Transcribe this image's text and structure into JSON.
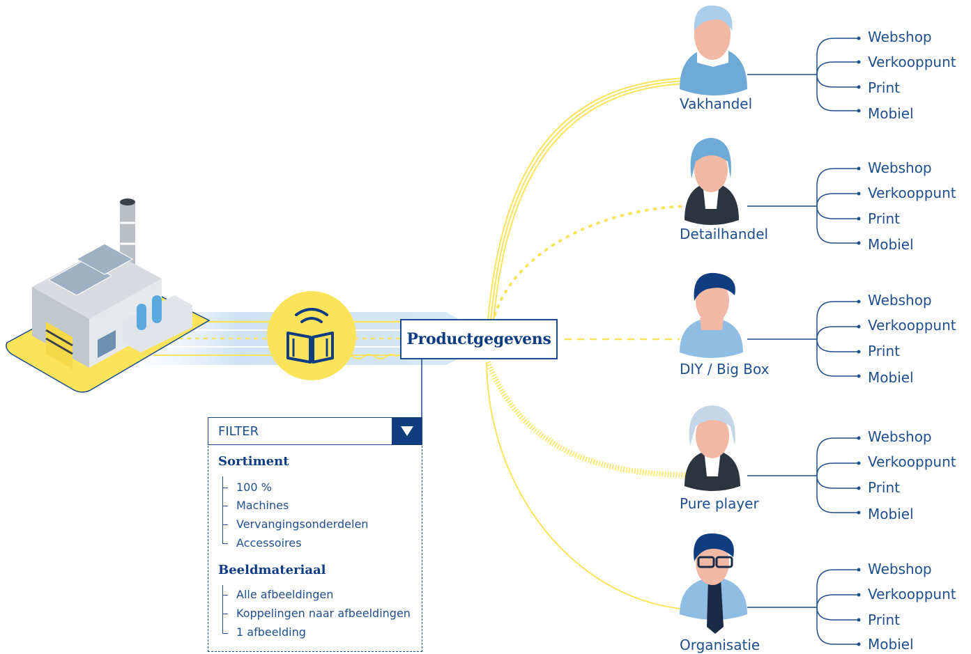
{
  "hub": {
    "label": "Productgegevens"
  },
  "filter": {
    "title": "FILTER",
    "sections": [
      {
        "title": "Sortiment",
        "items": [
          "100 %",
          "Machines",
          "Vervangingsonderdelen",
          "Accessoires"
        ]
      },
      {
        "title": "Beeldmateriaal",
        "items": [
          "Alle afbeeldingen",
          "Koppelingen naar afbeeldingen",
          "1 afbeelding"
        ]
      }
    ]
  },
  "personas": [
    {
      "label": "Vakhandel",
      "channels": [
        "Webshop",
        "Verkooppunt",
        "Print",
        "Mobiel"
      ]
    },
    {
      "label": "Detailhandel",
      "channels": [
        "Webshop",
        "Verkooppunt",
        "Print",
        "Mobiel"
      ]
    },
    {
      "label": "DIY / Big Box",
      "channels": [
        "Webshop",
        "Verkooppunt",
        "Print",
        "Mobiel"
      ]
    },
    {
      "label": "Pure player",
      "channels": [
        "Webshop",
        "Verkooppunt",
        "Print",
        "Mobiel"
      ]
    },
    {
      "label": "Organisatie",
      "channels": [
        "Webshop",
        "Verkooppunt",
        "Print",
        "Mobiel"
      ]
    }
  ],
  "colors": {
    "navy": "#0e3c82",
    "blue_text": "#1f4e8c",
    "yellow": "#fbe35a",
    "light_blue": "#cfe2f5"
  },
  "icons": {
    "factory": "factory-icon",
    "catalog": "book-broadcast-icon",
    "dropdown": "triangle-down-icon"
  }
}
